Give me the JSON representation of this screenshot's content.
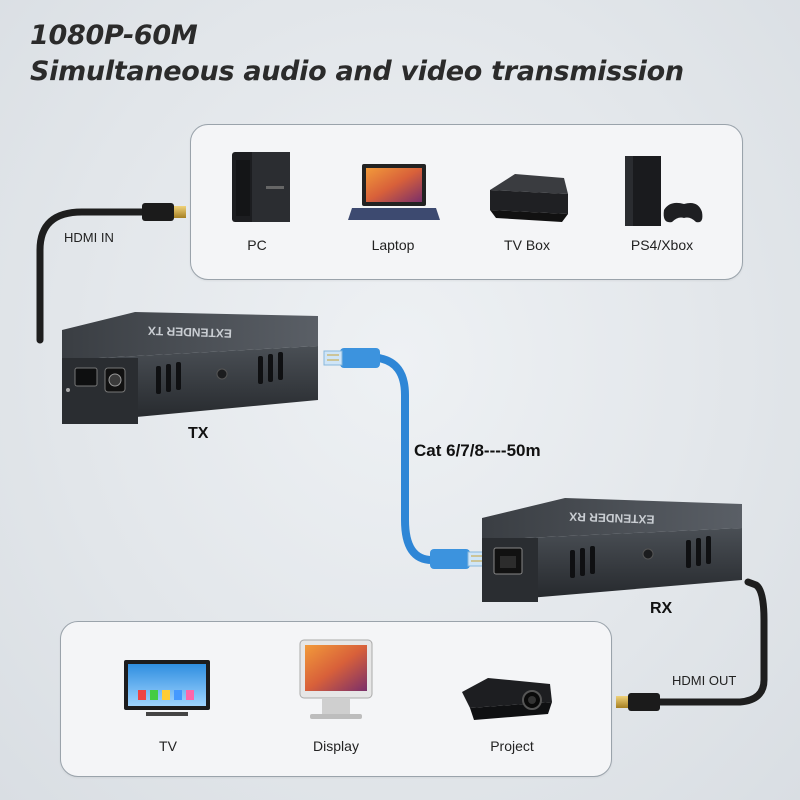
{
  "header": {
    "spec": "1080P-60M",
    "tagline": "Simultaneous audio and video transmission"
  },
  "sources": [
    {
      "label": "PC",
      "icon": "pc-tower-icon"
    },
    {
      "label": "Laptop",
      "icon": "laptop-icon"
    },
    {
      "label": "TV Box",
      "icon": "tv-box-icon"
    },
    {
      "label": "PS4/Xbox",
      "icon": "game-console-icon"
    }
  ],
  "displays": [
    {
      "label": "TV",
      "icon": "tv-icon"
    },
    {
      "label": "Display",
      "icon": "monitor-icon"
    },
    {
      "label": "Project",
      "icon": "projector-icon"
    }
  ],
  "cables": {
    "hdmi_in": "HDMI IN",
    "hdmi_out": "HDMI OUT",
    "network": "Cat 6/7/8----50m"
  },
  "units": {
    "tx": "TX",
    "rx": "RX",
    "tx_brand": "EXTENDER TX",
    "rx_brand": "EXTENDER RX"
  },
  "colors": {
    "cable_blue": "#2e86d6",
    "device_body": "#2f3338",
    "hdmi_cable": "#1e1e1e",
    "gold_connector": "#c9a23a"
  }
}
